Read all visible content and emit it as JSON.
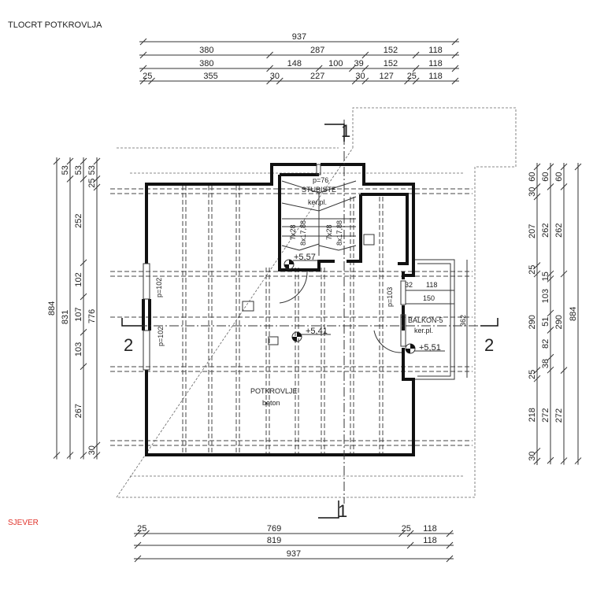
{
  "title": "TLOCRT POTKROVLJA",
  "north_label": "SJEVER",
  "colors": {
    "north_label": "#e0342c",
    "lines": "#222222"
  },
  "dimensions": {
    "top": [
      [
        937
      ],
      [
        380,
        287,
        152,
        118
      ],
      [
        380,
        148,
        100,
        39,
        152,
        118
      ],
      [
        25,
        355,
        30,
        227,
        30,
        127,
        25,
        118
      ]
    ],
    "bottom": [
      [
        25,
        769,
        25,
        118
      ],
      [
        819,
        118
      ],
      [
        937
      ]
    ],
    "left": [
      [
        884
      ],
      [
        53,
        831
      ],
      [
        53,
        252,
        102,
        107,
        103,
        267
      ],
      [
        53,
        25,
        776,
        30
      ]
    ],
    "right": [
      [
        60,
        30,
        207,
        25,
        290,
        25,
        218,
        30
      ],
      [
        60,
        262,
        15,
        103,
        51,
        82,
        38,
        272
      ],
      [
        60,
        262,
        290,
        272
      ],
      [
        884
      ]
    ]
  },
  "sections": {
    "section_1": "1",
    "section_2": "2"
  },
  "rooms": {
    "stairs_name": "STUBISTE",
    "stairs_finish": "ker.pl.",
    "stairs_width": "p=76",
    "stair_run_1a": "7x28",
    "stair_run_1b": "8x17,88",
    "stair_run_2a": "7x28",
    "stair_run_2b": "8x17,88",
    "attic_name": "POTKROVLJE",
    "attic_finish": "beton",
    "balcony_name": "BALKON-5",
    "balcony_finish": "ker.pl."
  },
  "levels": {
    "stairs": "+5,57",
    "attic": "+5,41",
    "balcony": "+5,51"
  },
  "openings": {
    "left_top": "p=102",
    "left_bottom": "p=102",
    "balcony_door": "p=103"
  },
  "balcony_dims": {
    "d32": "32",
    "d118": "118",
    "d150": "150",
    "d362": "362"
  }
}
